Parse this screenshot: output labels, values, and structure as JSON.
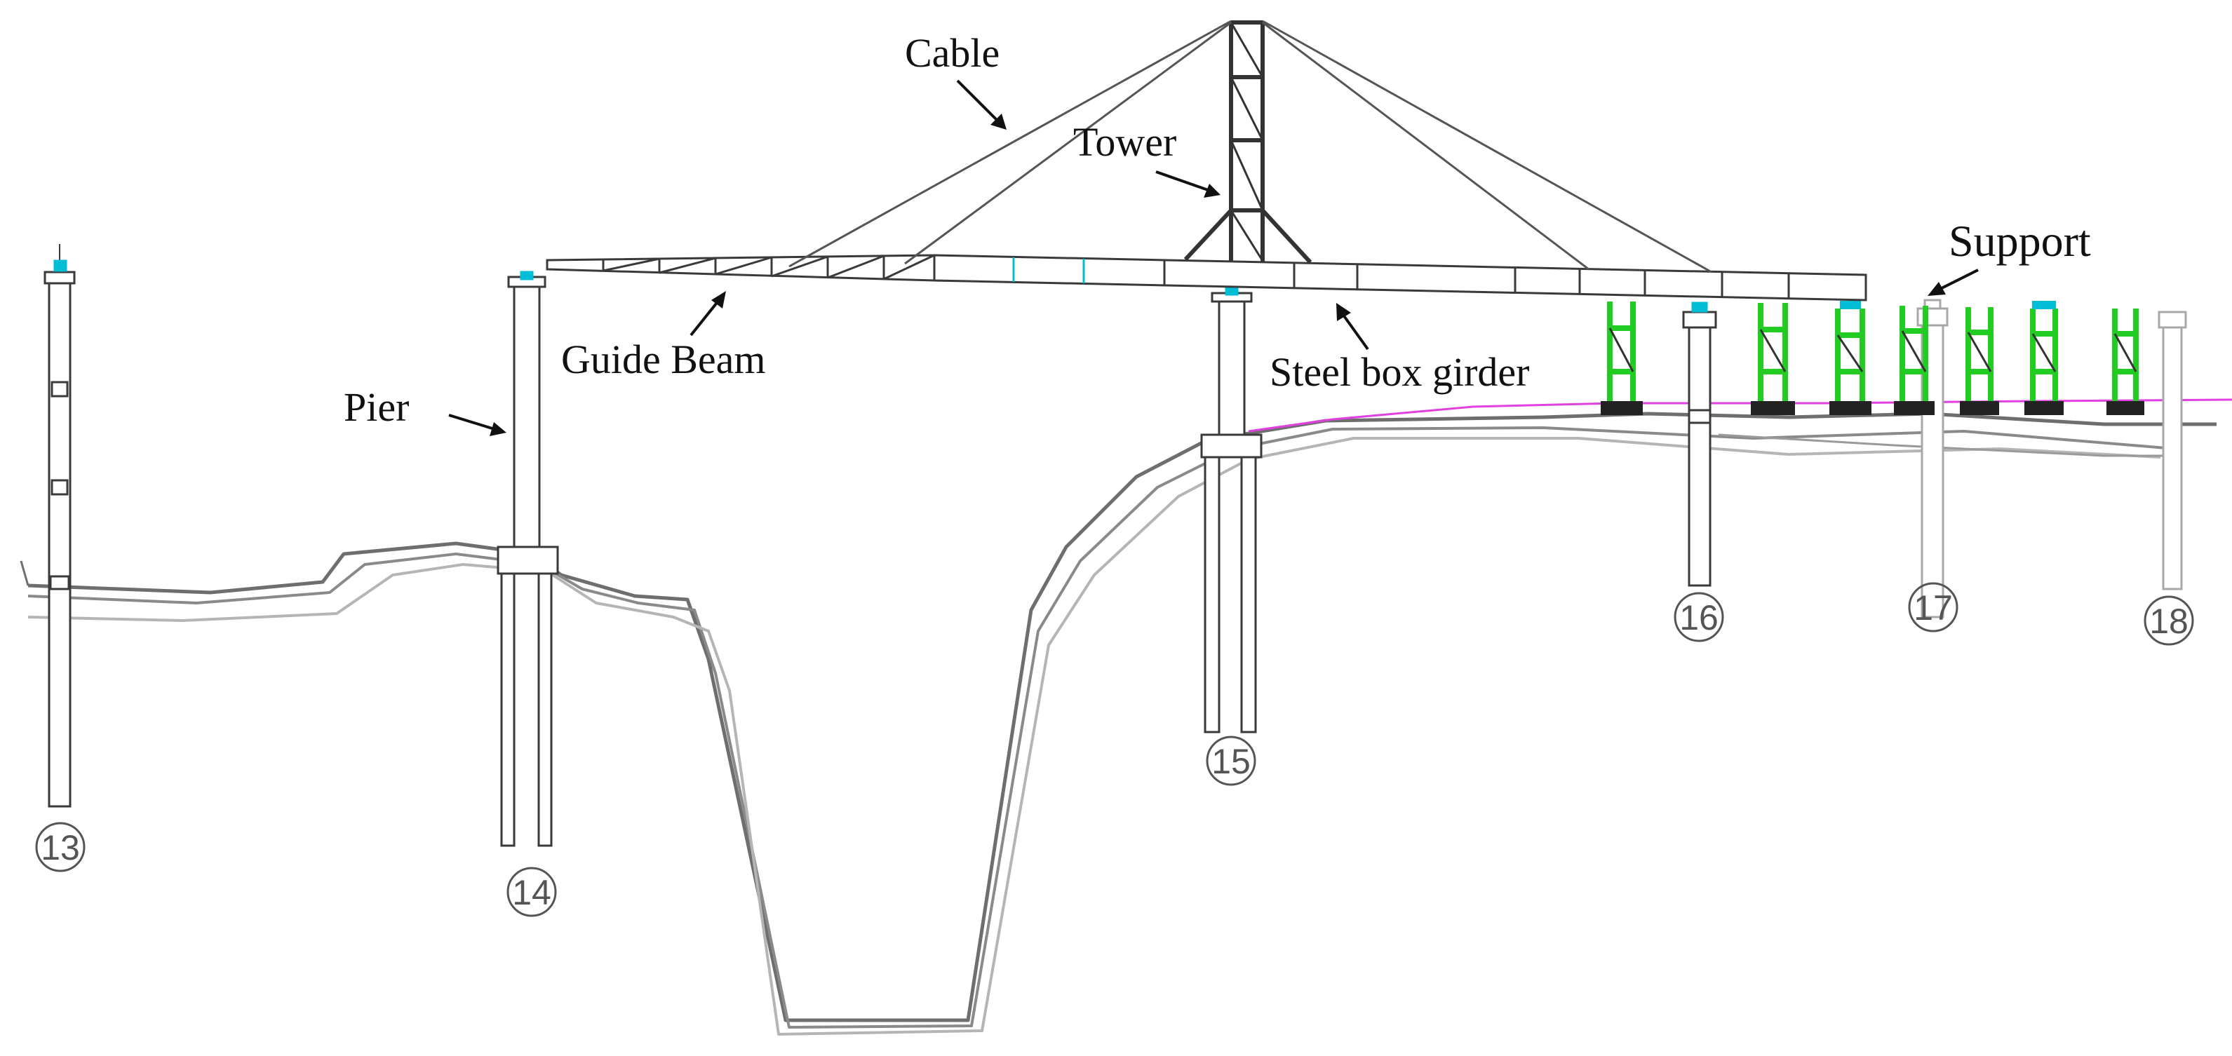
{
  "labels": {
    "cable": "Cable",
    "tower": "Tower",
    "guide_beam": "Guide Beam",
    "steel_box_girder": "Steel box girder",
    "pier": "Pier",
    "support": "Support"
  },
  "piers": [
    {
      "number": "13"
    },
    {
      "number": "14"
    },
    {
      "number": "15"
    },
    {
      "number": "16"
    },
    {
      "number": "17"
    },
    {
      "number": "18"
    }
  ],
  "colors": {
    "structure": "#3a3a3a",
    "ground": "#6e6e6e",
    "ground_light": "#b5b5b5",
    "support_frame": "#22cc22",
    "bearing": "#00bcd4",
    "profile_line": "#e040e0",
    "ghost_pier": "#a8a8a8"
  }
}
